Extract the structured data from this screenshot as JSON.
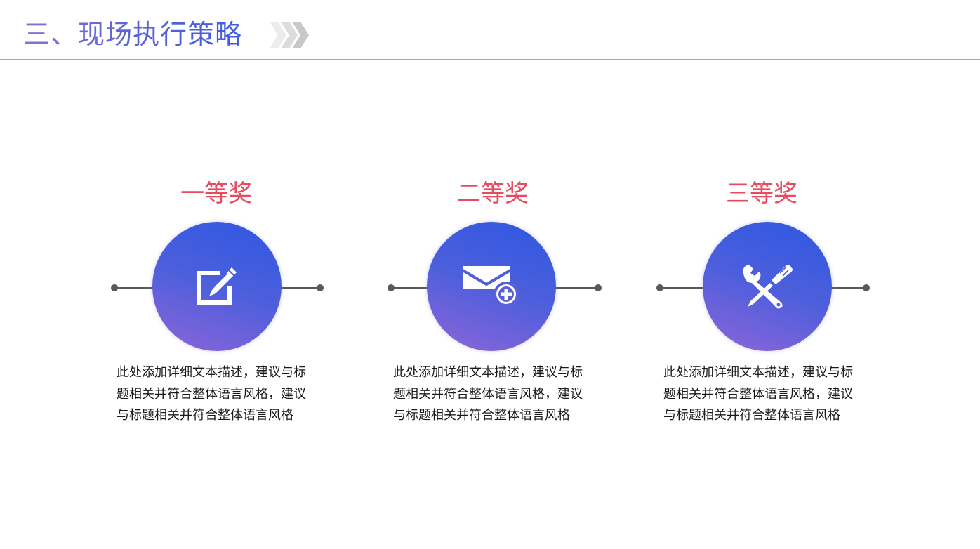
{
  "header": {
    "title": "三、现场执行策略",
    "decoration": "chevron-arrows-icon"
  },
  "colors": {
    "title_gradient": [
      "#8b6fd6",
      "#3f5ee0"
    ],
    "prize_title": "#e84a5f",
    "circle_gradient_top": "#2e57e2",
    "circle_gradient_bottom": "#8e65d8",
    "connector": "#595959",
    "divider": "#a8a8a8"
  },
  "cards": [
    {
      "title": "一等奖",
      "icon": "edit-icon",
      "description": "此处添加详细文本描述，建议与标题相关并符合整体语言风格，建议与标题相关并符合整体语言风格"
    },
    {
      "title": "二等奖",
      "icon": "mail-add-icon",
      "description": "此处添加详细文本描述，建议与标题相关并符合整体语言风格，建议与标题相关并符合整体语言风格"
    },
    {
      "title": "三等奖",
      "icon": "tools-icon",
      "description": "此处添加详细文本描述，建议与标题相关并符合整体语言风格，建议与标题相关并符合整体语言风格"
    }
  ]
}
